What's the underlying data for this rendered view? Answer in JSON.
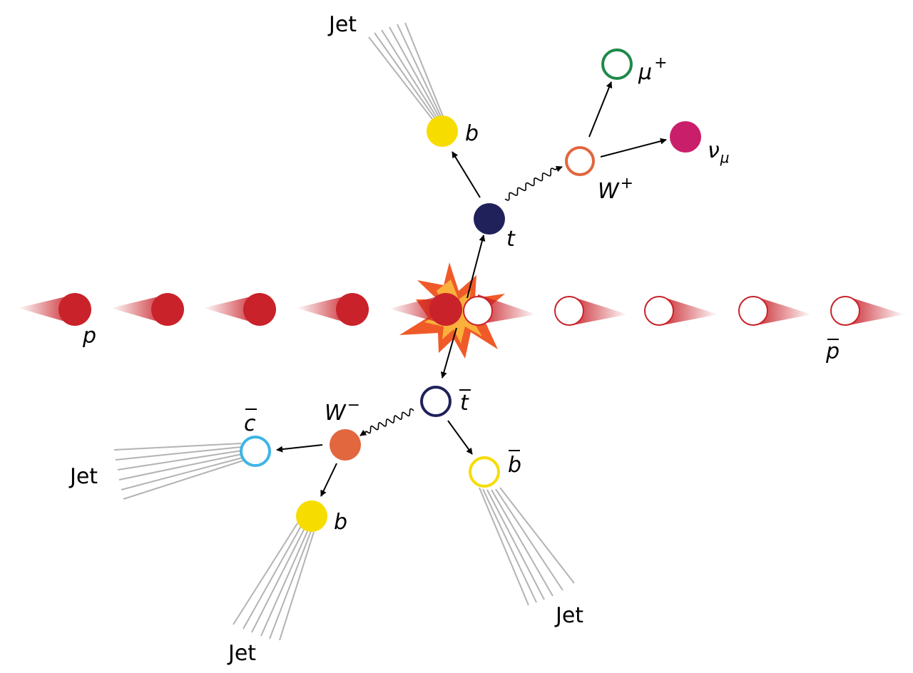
{
  "colors": {
    "proton": "#c9222a",
    "top": "#20215a",
    "bottom": "#f7dc00",
    "w_plus": "#e2663e",
    "w_minus": "#e2663e",
    "muon": "#1e8a4a",
    "neutrino": "#c91f6b",
    "charm_bar": "#3db5e6",
    "jet": "#b3b3b3",
    "burst_outer": "#f05a28",
    "burst_inner": "#fbb03b"
  },
  "labels": {
    "proton": "p",
    "antiproton": "p",
    "top": "t",
    "antitop": "t",
    "b_top": "b",
    "b_bar": "b",
    "b_lower": "b",
    "c_bar": "c",
    "w_plus": "W",
    "w_plus_sup": "+",
    "w_minus": "W",
    "w_minus_sup": "−",
    "muon": "μ",
    "muon_sup": "+",
    "neutrino": "ν",
    "neutrino_sub": "μ",
    "jet_top": "Jet",
    "jet_left": "Jet",
    "jet_bottom_left": "Jet",
    "jet_bottom_right": "Jet"
  },
  "icons": {
    "collision": "starburst-icon",
    "filled_particle": "filled-circle-icon",
    "hollow_particle": "hollow-circle-icon"
  }
}
